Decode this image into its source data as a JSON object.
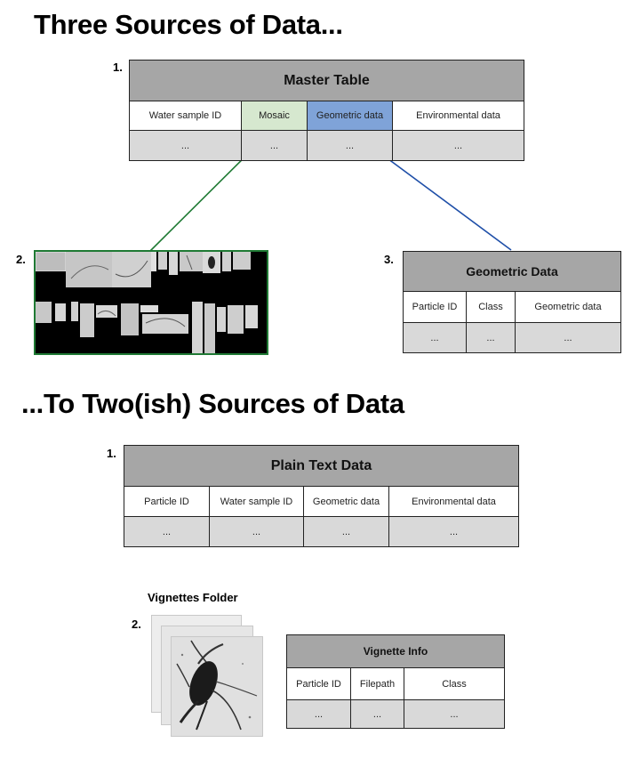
{
  "headings": {
    "top": "Three Sources of Data...",
    "bottom": "...To Two(ish) Sources of Data"
  },
  "numbers": {
    "n1": "1.",
    "n2": "2.",
    "n3": "3."
  },
  "master_table": {
    "title": "Master Table",
    "headers": [
      "Water sample ID",
      "Mosaic",
      "Geometric data",
      "Environmental data"
    ],
    "cells": [
      "...",
      "...",
      "...",
      "..."
    ]
  },
  "geometric_table": {
    "title": "Geometric Data",
    "headers": [
      "Particle ID",
      "Class",
      "Geometric data"
    ],
    "cells": [
      "...",
      "...",
      "..."
    ]
  },
  "plain_text_table": {
    "title": "Plain Text Data",
    "headers": [
      "Particle ID",
      "Water sample ID",
      "Geometric data",
      "Environmental data"
    ],
    "cells": [
      "...",
      "...",
      "...",
      "..."
    ]
  },
  "vignettes": {
    "folder_label": "Vignettes Folder"
  },
  "vignette_info_table": {
    "title": "Vignette Info",
    "headers": [
      "Particle ID",
      "Filepath",
      "Class"
    ],
    "cells": [
      "...",
      "...",
      "..."
    ]
  },
  "colors": {
    "mosaic_link": "#1f7a34",
    "geometric_link": "#1f4fa8",
    "mosaic_header": "#d6e8cf",
    "geometric_header": "#7fa3d8",
    "title_row": "#a6a6a6",
    "cell_row": "#d9d9d9"
  }
}
